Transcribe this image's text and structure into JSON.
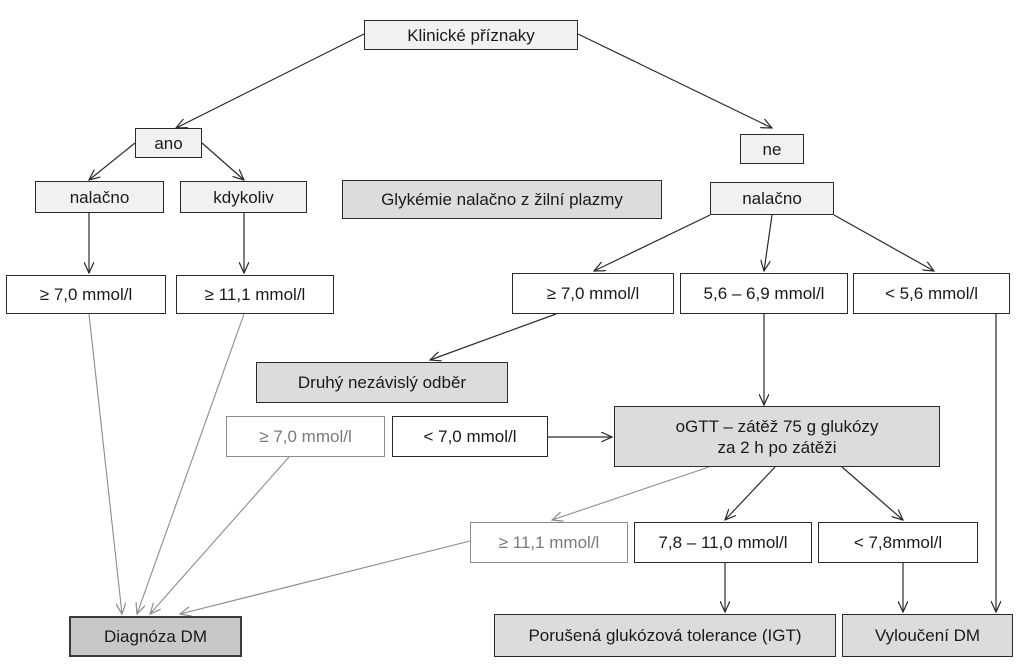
{
  "nodes": {
    "klinicke": "Klinické příznaky",
    "ano": "ano",
    "ne": "ne",
    "nalacno_left": "nalačno",
    "kdykoliv": "kdykoliv",
    "glykemie": "Glykémie nalačno z žilní plazmy",
    "nalacno_right": "nalačno",
    "ge70_left": "≥ 7,0 mmol/l",
    "ge111_left": "≥ 11,1 mmol/l",
    "ge70_right": "≥ 7,0 mmol/l",
    "range_56_69": "5,6 – 6,9 mmol/l",
    "lt56": "< 5,6 mmol/l",
    "druhy": "Druhý nezávislý odběr",
    "ge70_grey": "≥ 7,0 mmol/l",
    "lt70": "< 7,0 mmol/l",
    "ogtt_line1": "oGTT – zátěž 75 g glukózy",
    "ogtt_line2": "za 2 h po zátěži",
    "ge111_grey": "≥ 11,1 mmol/l",
    "range_78_110": "7,8 – 11,0 mmol/l",
    "lt78": "< 7,8mmol/l",
    "diagnoza": "Diagnóza DM",
    "igt": "Porušená glukózová tolerance (IGT)",
    "vylouceni": "Vyloučení DM"
  },
  "colors": {
    "line": "#2a2a2a",
    "line_grey": "#8c8c8c",
    "box_light": "#f1f1f1",
    "box_mid": "#dcdcdc",
    "box_dark": "#c8c8c8"
  }
}
